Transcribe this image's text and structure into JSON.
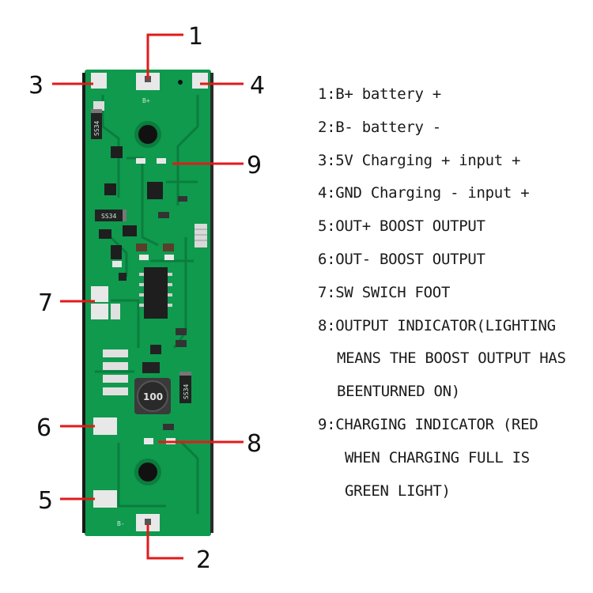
{
  "callouts": {
    "n1": "1",
    "n2": "2",
    "n3": "3",
    "n4": "4",
    "n5": "5",
    "n6": "6",
    "n7": "7",
    "n8": "8",
    "n9": "9"
  },
  "board_markings": {
    "b_plus": "B+",
    "b_minus": "B-",
    "diode_1": "SS34",
    "diode_2": "SS34",
    "diode_3": "SS34",
    "inductor": "100"
  },
  "legend": [
    "1:B+ battery +",
    "2:B- battery -",
    "3:5V Charging + input +",
    "4:GND Charging - input +",
    "5:OUT+ BOOST OUTPUT",
    "6:OUT- BOOST OUTPUT",
    "7:SW SWICH FOOT",
    "8:OUTPUT INDICATOR(LIGHTING",
    "MEANS THE BOOST OUTPUT HAS",
    "BEENTURNED ON)",
    "9:CHARGING INDICATOR (RED",
    "WHEN CHARGING FULL IS",
    "GREEN LIGHT)"
  ],
  "colors": {
    "pcb": "#0f9a4e",
    "pcb_dark": "#0b7d3e",
    "pad": "#e8e8e8",
    "callout_line": "#e21a1a"
  }
}
